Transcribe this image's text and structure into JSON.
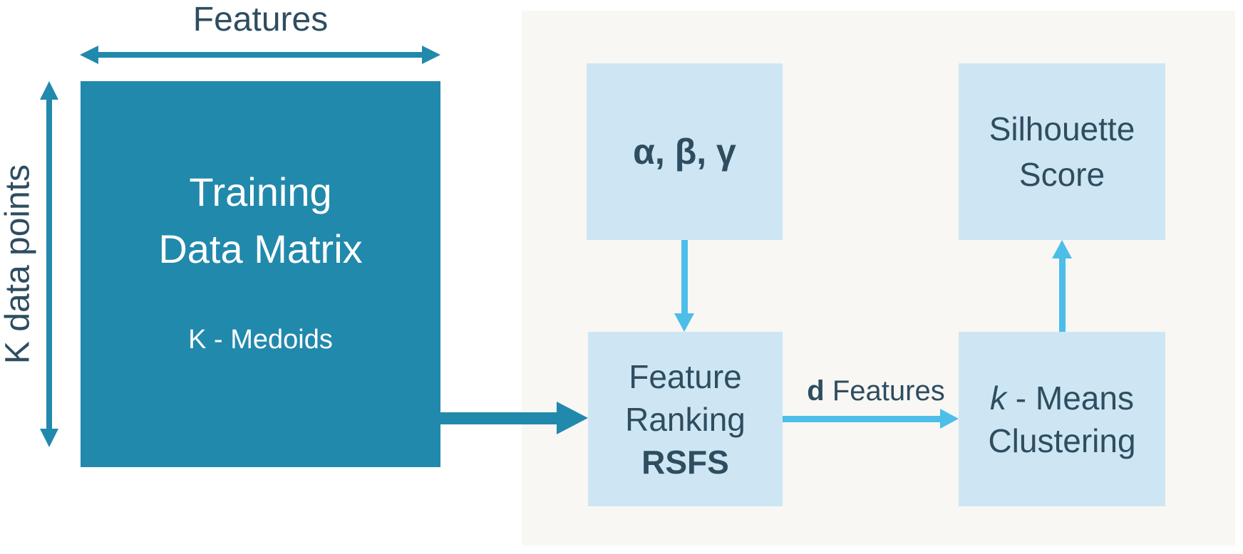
{
  "colors": {
    "teal": "#2189AC",
    "lightblue": "#4CBEE9",
    "boxfill": "#CEE6F3",
    "panel": "#F8F7F4",
    "dark": "#2E4D60",
    "white": "#FFFFFF"
  },
  "left": {
    "top_axis_label": "Features",
    "side_axis_label": "K data points",
    "matrix_title_line1": "Training",
    "matrix_title_line2": "Data Matrix",
    "matrix_subtitle": "K - Medoids"
  },
  "panel": {
    "params_label": "α, β, γ",
    "feature_ranking": {
      "line1": "Feature",
      "line2": "Ranking",
      "line3": "RSFS"
    },
    "silhouette": {
      "line1": "Silhouette",
      "line2": "Score"
    },
    "kmeans": {
      "line1_italic": "k",
      "line1_rest": " - Means",
      "line2": "Clustering"
    },
    "edge_label_bold": "d",
    "edge_label_rest": " Features"
  }
}
